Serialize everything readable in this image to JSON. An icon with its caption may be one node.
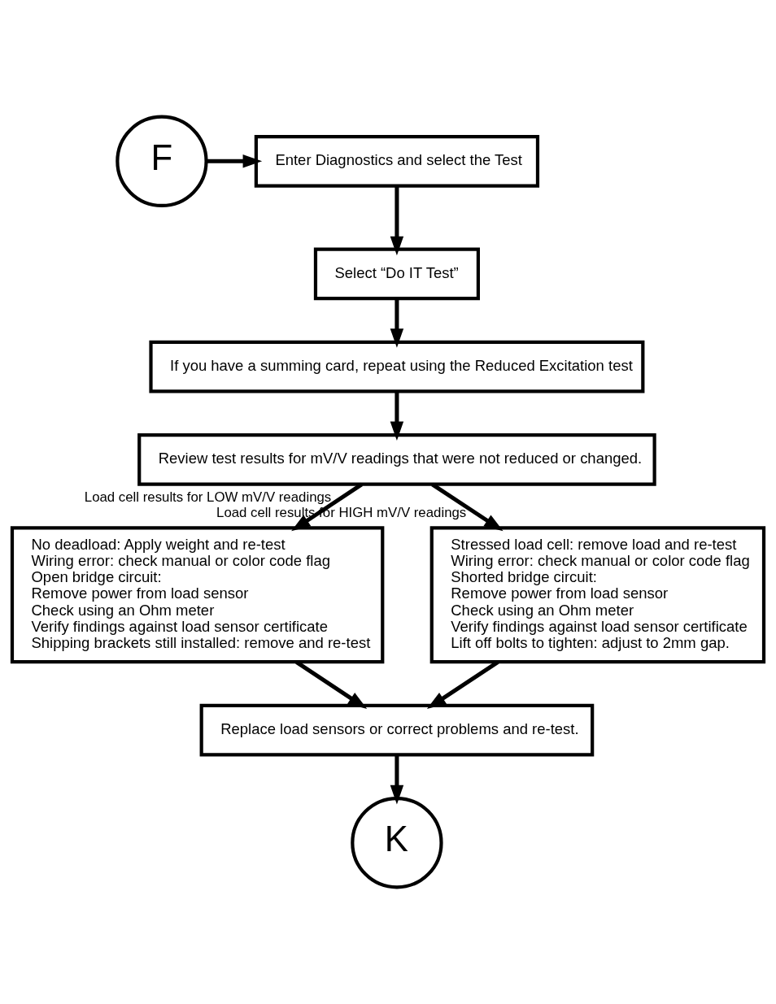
{
  "diagram": {
    "nodes": [
      {
        "text": [
          "F"
        ]
      },
      {
        "text": [
          "Enter Diagnostics and select the Test"
        ]
      },
      {
        "text": [
          "Select “Do IT Test”"
        ]
      },
      {
        "text": [
          "If you have a summing card, repeat using the Reduced Excitation test"
        ]
      },
      {
        "text": [
          "Review test results for mV/V readings that were not reduced or changed."
        ]
      },
      {
        "text": [
          "No deadload: Apply weight and re-test",
          "Wiring error: check manual or color code flag",
          "Open bridge circuit:",
          "Remove power from load sensor",
          "Check using an Ohm meter",
          "Verify findings against load sensor certificate",
          "Shipping brackets still installed: remove and re-test"
        ]
      },
      {
        "text": [
          "Stressed load cell: remove load and re-test",
          "Wiring error: check manual or color code flag",
          "Shorted bridge circuit:",
          "Remove power from load sensor",
          "Check using an Ohm meter",
          "Verify findings against load sensor certificate",
          "Lift off bolts to tighten: adjust to 2mm gap."
        ]
      },
      {
        "text": [
          "Replace load sensors or correct problems and re-test."
        ]
      },
      {
        "text": [
          "K"
        ]
      }
    ],
    "edges": [
      {
        "from": 0,
        "to": 1,
        "arrow": "to"
      },
      {
        "from": 1,
        "to": 2,
        "arrow": "to"
      },
      {
        "from": 2,
        "to": 3,
        "arrow": "to"
      },
      {
        "from": 3,
        "to": 4,
        "arrow": "to"
      },
      {
        "from": 4,
        "to": 5,
        "arrow": "to",
        "label": "Load cell results for LOW mV/V readings"
      },
      {
        "from": 4,
        "to": 6,
        "arrow": "to",
        "label": "Load cell results for HIGH mV/V readings"
      },
      {
        "from": 5,
        "to": 7,
        "arrow": "to"
      },
      {
        "from": 6,
        "to": 7,
        "arrow": "to"
      },
      {
        "from": 7,
        "to": 8,
        "arrow": "to"
      }
    ]
  }
}
